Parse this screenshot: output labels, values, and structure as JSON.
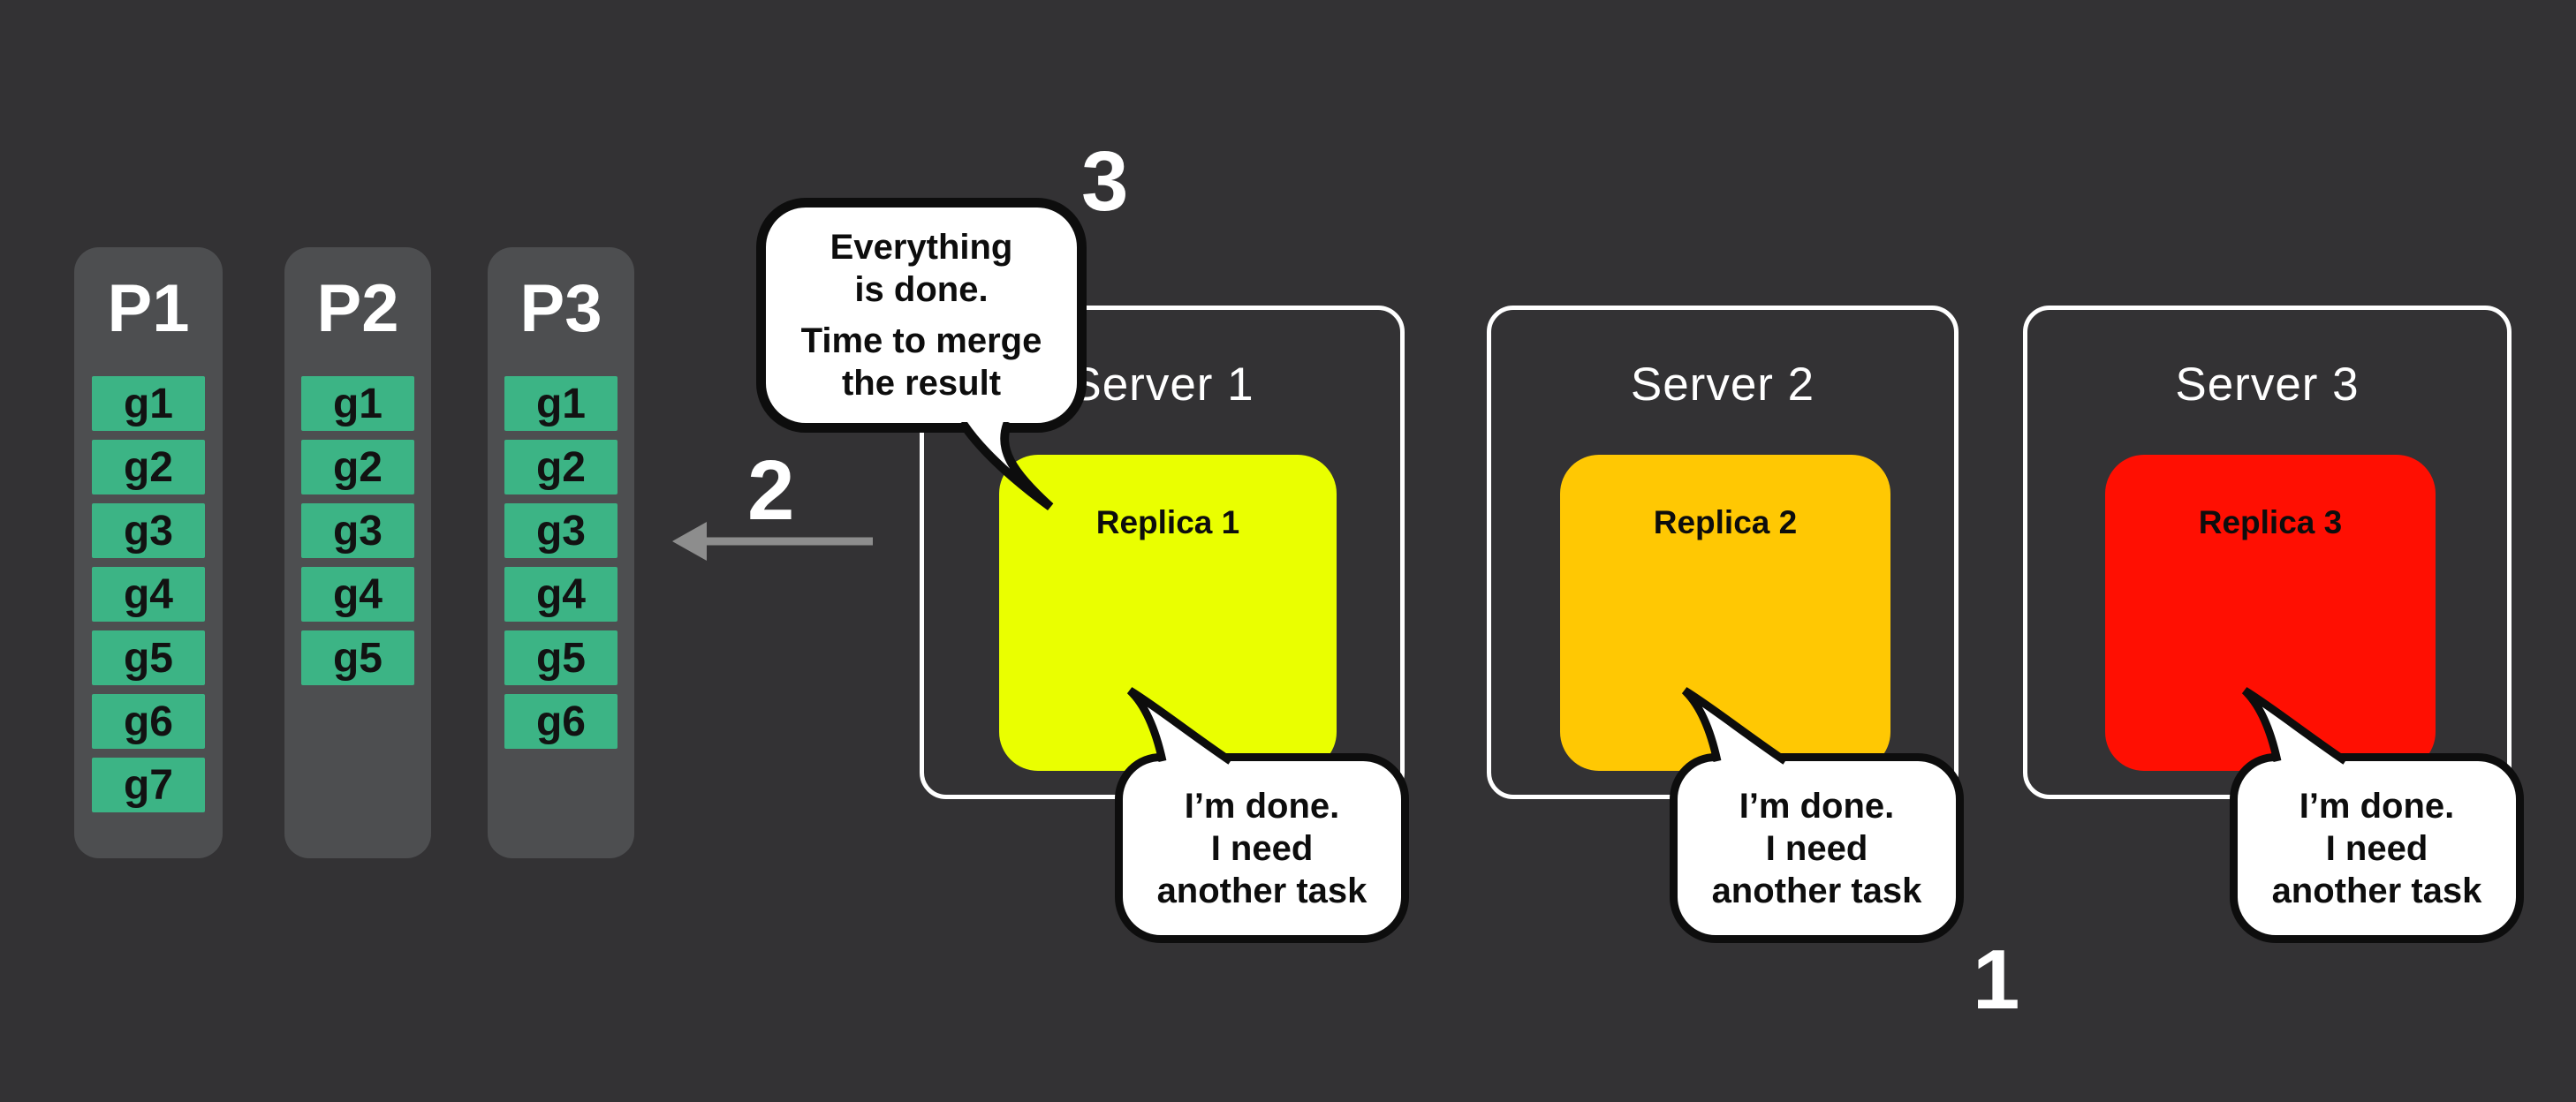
{
  "partitions": [
    {
      "label": "P1",
      "chips": [
        "g1",
        "g2",
        "g3",
        "g4",
        "g5",
        "g6",
        "g7"
      ]
    },
    {
      "label": "P2",
      "chips": [
        "g1",
        "g2",
        "g3",
        "g4",
        "g5"
      ]
    },
    {
      "label": "P3",
      "chips": [
        "g1",
        "g2",
        "g3",
        "g4",
        "g5",
        "g6"
      ]
    }
  ],
  "servers": [
    {
      "label": "Server 1",
      "replica_label": "Replica 1",
      "replica_color": "#eaff00",
      "bubble_lines": [
        "I’m done.",
        "I need",
        "another task"
      ]
    },
    {
      "label": "Server 2",
      "replica_label": "Replica 2",
      "replica_color": "#ffc803",
      "bubble_lines": [
        "I’m done.",
        "I need",
        "another task"
      ]
    },
    {
      "label": "Server 3",
      "replica_label": "Replica 3",
      "replica_color": "#ff0f02",
      "bubble_lines": [
        "I’m done.",
        "I need",
        "another task"
      ]
    }
  ],
  "merge_bubble": {
    "lines": [
      "Everything",
      "is done.",
      "Time to merge",
      "the result"
    ]
  },
  "step_labels": [
    "1",
    "2",
    "3"
  ],
  "colors": {
    "background": "#333234",
    "panel_gray": "#4d4e50",
    "chip_green": "#3cb485",
    "replica_yellow": "#eaff00",
    "replica_orange": "#ffc803",
    "replica_red": "#ff0f02",
    "arrow_gray": "#8d8d8d",
    "bubble_fill": "#ffffff",
    "outline_black": "#0d0d0d",
    "text_white": "#ffffff"
  }
}
